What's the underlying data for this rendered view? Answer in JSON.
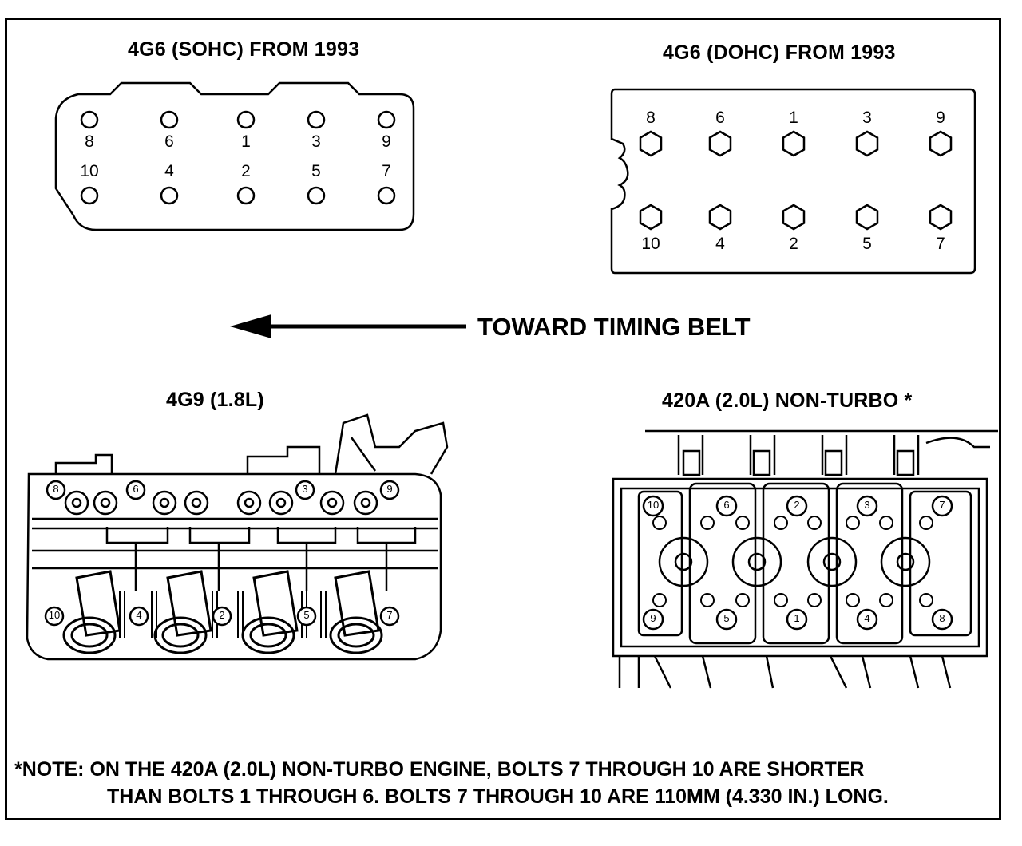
{
  "diagrams": {
    "sohc": {
      "title": "4G6 (SOHC) FROM 1993",
      "top_row": [
        "8",
        "6",
        "1",
        "3",
        "9"
      ],
      "bottom_row": [
        "10",
        "4",
        "2",
        "5",
        "7"
      ]
    },
    "dohc": {
      "title": "4G6 (DOHC) FROM 1993",
      "top_row": [
        "8",
        "6",
        "1",
        "3",
        "9"
      ],
      "bottom_row": [
        "10",
        "4",
        "2",
        "5",
        "7"
      ]
    },
    "g9": {
      "title": "4G9 (1.8L)",
      "top_row": [
        "8",
        "6",
        "3",
        "9"
      ],
      "bottom_row": [
        "10",
        "4",
        "2",
        "5",
        "7"
      ]
    },
    "a420": {
      "title": "420A (2.0L) NON-TURBO *",
      "top_row": [
        "10",
        "6",
        "2",
        "3",
        "7"
      ],
      "bottom_row": [
        "9",
        "5",
        "1",
        "4",
        "8"
      ]
    }
  },
  "direction_label": "TOWARD TIMING BELT",
  "note": {
    "line1": "*NOTE: ON THE 420A (2.0L) NON-TURBO ENGINE, BOLTS 7 THROUGH 10 ARE SHORTER",
    "line2": "THAN BOLTS 1 THROUGH 6.  BOLTS 7 THROUGH 10 ARE 110MM (4.330 IN.) LONG."
  }
}
